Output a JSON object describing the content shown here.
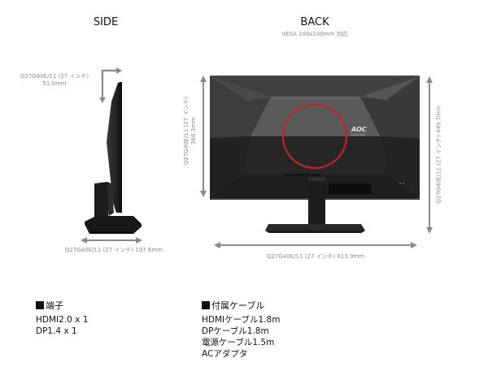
{
  "side": {
    "title": "SIDE",
    "depth_label": {
      "model": "Q27G40E/11 (27 インチ)",
      "value": "51.0mm"
    },
    "base_label": "Q27G40E/11 (27 インチ) 197.6mm"
  },
  "back": {
    "title": "BACK",
    "subtitle": "VESA 100x100mm 対応",
    "height_inner_label": {
      "model": "Q27G40E/11 (27 インチ)",
      "value": "366.3mm"
    },
    "height_total_label": "Q27G40E/11 (27 インチ) 449.7mm",
    "width_label": "Q27G40E/11 (27 インチ) 613.9mm",
    "logo": {
      "brand": "AOC",
      "line": "GAMING"
    },
    "vesa_circle_color": "#c8202a"
  },
  "ports": {
    "heading": "端子",
    "items": [
      "HDMI2.0 x 1",
      "DP1.4 x 1"
    ]
  },
  "accessories": {
    "heading": "付属ケーブル",
    "items": [
      "HDMIケーブル1.8m",
      "DPケーブル1.8m",
      "電源ケーブル1.5m",
      "ACアダプタ"
    ]
  }
}
